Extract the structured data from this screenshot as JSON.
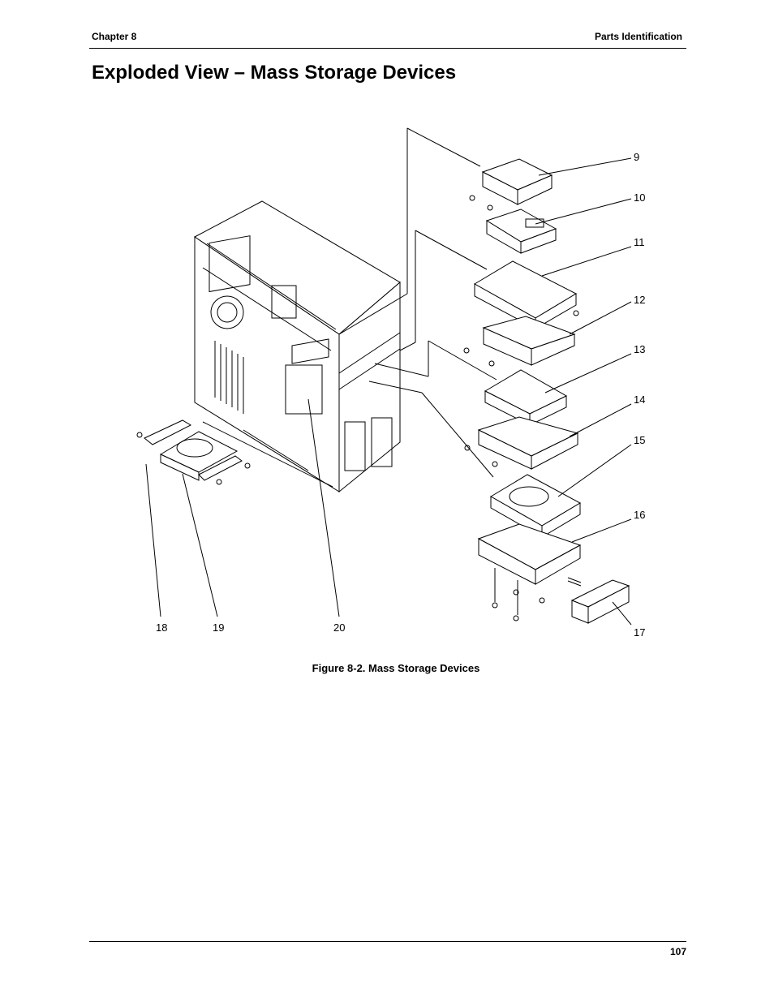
{
  "header": {
    "left": "Chapter 8",
    "right": "Parts Identification"
  },
  "title": "Exploded View – Mass Storage Devices",
  "figure": {
    "caption": "Figure 8-2.  Mass Storage Devices",
    "callouts": [
      "9",
      "10",
      "11",
      "12",
      "13",
      "14",
      "15",
      "16",
      "17",
      "18",
      "19",
      "20"
    ]
  },
  "footer": {
    "page_number": "107"
  }
}
